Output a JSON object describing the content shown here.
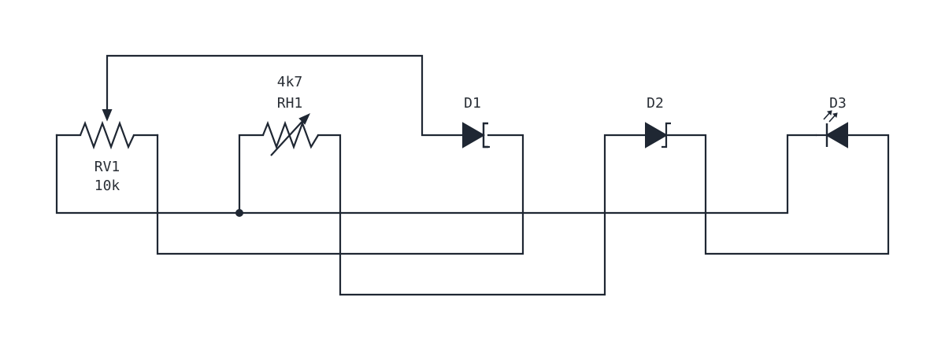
{
  "components": {
    "rv1": {
      "ref": "RV1",
      "value": "10k"
    },
    "rh1": {
      "ref": "RH1",
      "value": "4k7"
    },
    "d1": {
      "ref": "D1"
    },
    "d2": {
      "ref": "D2"
    },
    "d3": {
      "ref": "D3"
    }
  }
}
